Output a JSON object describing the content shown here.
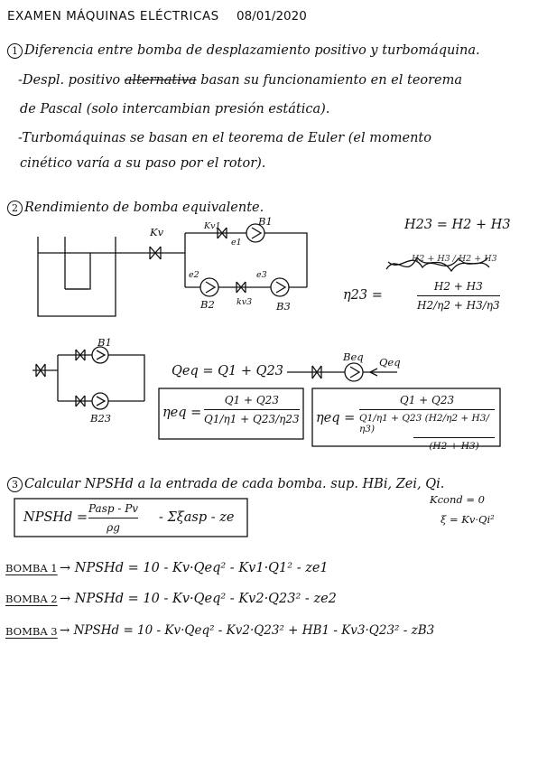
{
  "header": {
    "title": "EXAMEN MÁQUINAS ELÉCTRICAS",
    "date": "08/01/2020"
  },
  "q1": {
    "num": "1",
    "title": "Diferencia entre bomba de desplazamiento positivo y turbomáquina.",
    "line1a": "-Despl. positivo",
    "line1_struck": "alternativa",
    "line1b": "basan su funcionamiento en el teorema",
    "line2": "de Pascal (solo intercambian presión estática).",
    "line3": "-Turbomáquinas se basan en el teorema de Euler (el momento",
    "line4": "cinético varía a su paso por el rotor)."
  },
  "q2": {
    "num": "2",
    "title": "Rendimiento de bomba equivalente.",
    "labels": {
      "kv": "Kv",
      "kv1": "Kv1",
      "b1": "B1",
      "e1": "e1",
      "e2": "e2",
      "e3": "e3",
      "b2": "B2",
      "kv3": "kv3",
      "b3": "B3",
      "b23": "B23",
      "beq": "Beq",
      "qeq": "Qeq"
    },
    "h23_eq": "H23 = H2 + H3",
    "scribble_text": "H2 + H3 / H2 + H3",
    "eta23_lhs": "η23 =",
    "eta23_num": "H2 + H3",
    "eta23_den": "H2/η2 + H3/η3",
    "qeq_eq": "Qeq = Q1 + Q23",
    "etaeq_lhs": "ηeq =",
    "etaeq_num": "Q1 + Q23",
    "etaeq_den": "Q1/η1 + Q23/η23",
    "etaeq2_lhs": "ηeq =",
    "etaeq2_num": "Q1 + Q23",
    "etaeq2_den_a": "Q1/η1",
    "etaeq2_den_b": "+",
    "etaeq2_den_c": "Q23 (H2/η2 + H3/η3)",
    "etaeq2_den_d": "(H2 + H3)"
  },
  "q3": {
    "num": "3",
    "title": "Calcular NPSHd a la entrada de cada bomba. sup. HBi, Zei, Qi.",
    "kcond": "Kcond = 0",
    "xi": "ξ = Kv·Qi²",
    "formula_lhs": "NPSHd =",
    "formula_num": "Pasp - Pv",
    "formula_den": "ρg",
    "formula_rest": "- Σξasp - ze",
    "b1_label": "BOMBA 1",
    "b1_eq": "→ NPSHd = 10 - Kv·Qeq² - Kv1·Q1² - ze1",
    "b2_label": "BOMBA 2",
    "b2_eq": "→ NPSHd = 10 - Kv·Qeq² - Kv2·Q23² - ze2",
    "b3_label": "BOMBA 3",
    "b3_eq": "→ NPSHd = 10 - Kv·Qeq² - Kv2·Q23² + HB1 - Kv3·Q23² - zB3"
  }
}
